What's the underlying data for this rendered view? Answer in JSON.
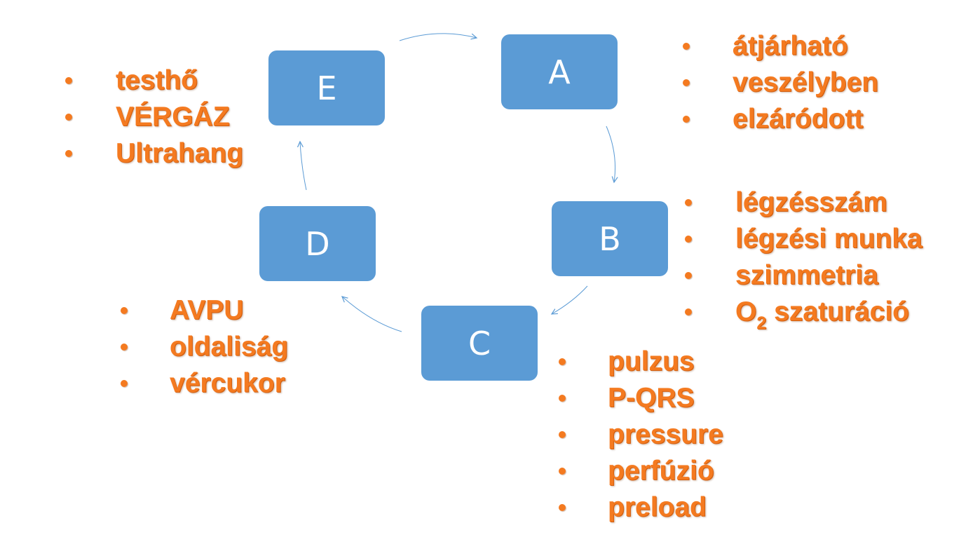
{
  "diagram": {
    "nodes": [
      {
        "id": "a",
        "label": "A",
        "color": "#5b9bd5"
      },
      {
        "id": "b",
        "label": "B",
        "color": "#5b9bd5"
      },
      {
        "id": "c",
        "label": "C",
        "color": "#5b9bd5"
      },
      {
        "id": "d",
        "label": "D",
        "color": "#5b9bd5"
      },
      {
        "id": "e",
        "label": "E",
        "color": "#5b9bd5"
      }
    ],
    "cycle": [
      "a",
      "b",
      "c",
      "d",
      "e",
      "a"
    ],
    "arrow_color": "#5b9bd5",
    "text_color": "#f47a20"
  },
  "lists": {
    "a": [
      "átjárható",
      "veszélyben",
      "elzáródott"
    ],
    "b": [
      "légzésszám",
      "légzési munka",
      "szimmetria"
    ],
    "b_o2": {
      "prefix": "O",
      "subscript": "2",
      "suffix": " szaturáció"
    },
    "c": [
      "pulzus",
      "P-QRS",
      "pressure",
      "perfúzió",
      "preload"
    ],
    "d": [
      "AVPU",
      "oldaliság",
      "vércukor"
    ],
    "e": [
      "testhő",
      "VÉRGÁZ",
      "Ultrahang"
    ]
  }
}
